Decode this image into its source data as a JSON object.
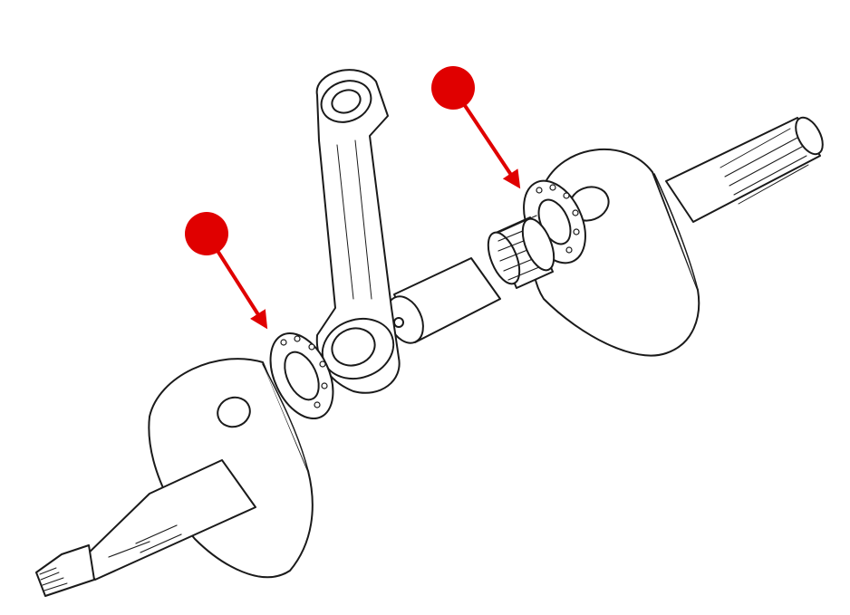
{
  "diagram": {
    "parts": [
      "left-crank-web",
      "left-taper-shaft",
      "left-threaded-tip",
      "left-thrust-washer",
      "connecting-rod",
      "crank-pin",
      "needle-roller-bearing",
      "right-thrust-washer",
      "right-crank-web",
      "right-splined-shaft"
    ],
    "markers": [
      {
        "id": "marker-left",
        "points_to": "left-thrust-washer"
      },
      {
        "id": "marker-right",
        "points_to": "needle-roller-bearing"
      }
    ]
  },
  "colors": {
    "ink": "#1a1a1a",
    "marker": "#e00000",
    "background": "#ffffff"
  }
}
